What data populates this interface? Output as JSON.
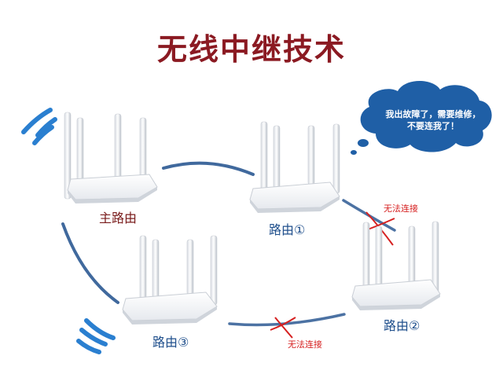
{
  "title": "无线中继技术",
  "routers": [
    {
      "label": "主路由"
    },
    {
      "label": "路由①"
    },
    {
      "label": "路由②"
    },
    {
      "label": "路由③"
    }
  ],
  "fail_labels": [
    "无法连接",
    "无法连接"
  ],
  "bubble": {
    "line1": "我出故障了，需要维修，",
    "line2": "不要连我了！"
  },
  "colors": {
    "title": "#8b1a22",
    "link": "#1f4f8c",
    "wifi": "#2a7fd0",
    "fail": "#d62020",
    "bubble": "#1f5fa6"
  }
}
